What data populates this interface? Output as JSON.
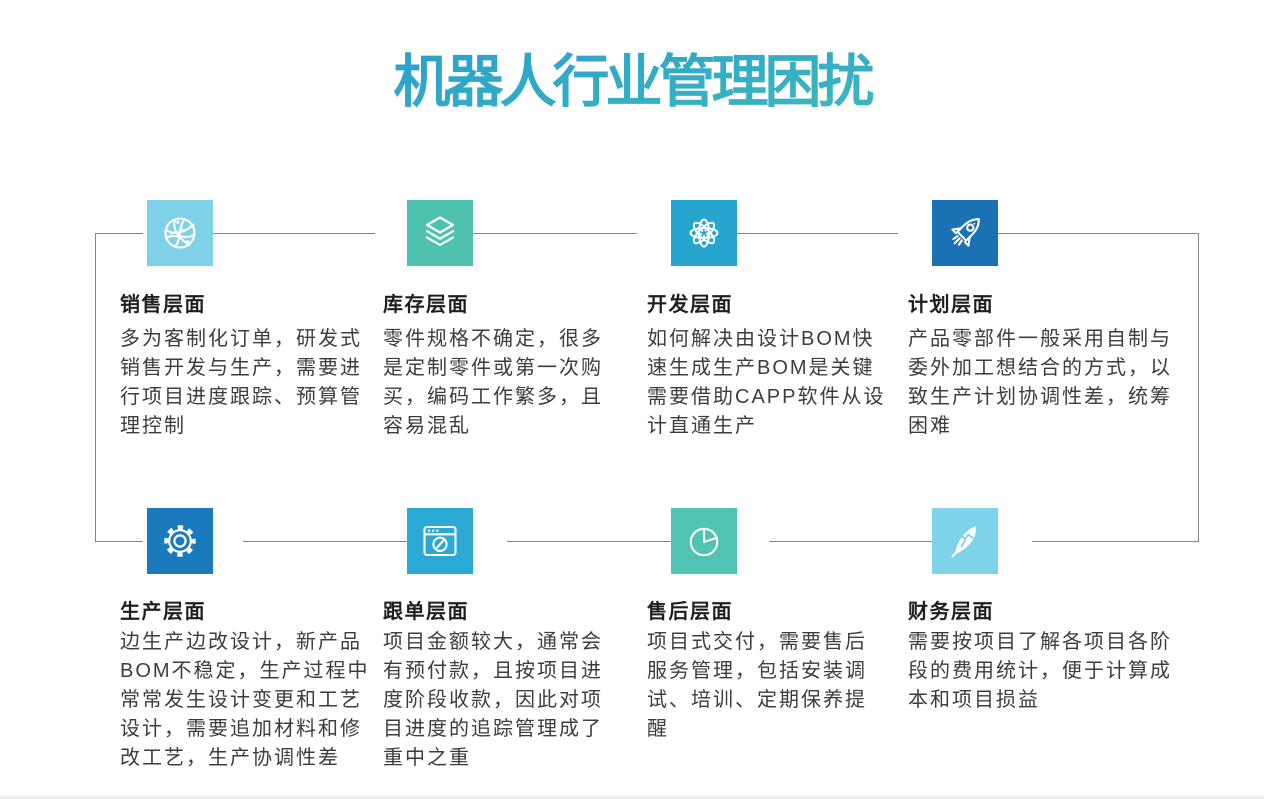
{
  "title": {
    "text": "机器人行业管理困扰",
    "gradient_top": "#2398d5",
    "gradient_bottom": "#45c1b4"
  },
  "connector_color": "#858585",
  "sections": [
    {
      "id": "sales",
      "icon": "globe-network-icon",
      "icon_color": "#7ed1e7",
      "heading": "销售层面",
      "body": "多为客制化订单，研发式\n销售开发与生产，需要进\n行项目进度跟踪、预算管\n理控制"
    },
    {
      "id": "inventory",
      "icon": "layers-icon",
      "icon_color": "#4fc2af",
      "heading": "库存层面",
      "body": "零件规格不确定，很多\n是定制零件或第一次购\n买，编码工作繁多，且\n容易混乱"
    },
    {
      "id": "development",
      "icon": "atom-icon",
      "icon_color": "#27a6d0",
      "heading": "开发层面",
      "body": "如何解决由设计BOM快\n速生成生产BOM是关键\n需要借助CAPP软件从设\n计直通生产"
    },
    {
      "id": "planning",
      "icon": "rocket-icon",
      "icon_color": "#1a72b4",
      "heading": "计划层面",
      "body": "产品零部件一般采用自制与\n委外加工想结合的方式，以\n致生产计划协调性差，统筹\n困难"
    },
    {
      "id": "production",
      "icon": "gear-icon",
      "icon_color": "#1b7abc",
      "heading": "生产层面",
      "body": "边生产边改设计，新产品\nBOM不稳定，生产过程中\n常常发生设计变更和工艺\n设计，需要追加材料和修\n改工艺，生产协调性差"
    },
    {
      "id": "order-tracking",
      "icon": "browser-compass-icon",
      "icon_color": "#29a9d4",
      "heading": "跟单层面",
      "body": "项目金额较大，通常会\n有预付款，且按项目进\n度阶段收款，因此对项\n目进度的追踪管理成了\n重中之重"
    },
    {
      "id": "after-sales",
      "icon": "pie-chart-icon",
      "icon_color": "#50c3b2",
      "heading": "售后层面",
      "body": "项目式交付，需要售后\n服务管理，包括安装调\n试、培训、定期保养提\n醒"
    },
    {
      "id": "finance",
      "icon": "feather-icon",
      "icon_color": "#7ed2e9",
      "heading": "财务层面",
      "body": "需要按项目了解各项目各阶\n段的费用统计，便于计算成\n本和项目损益"
    }
  ]
}
